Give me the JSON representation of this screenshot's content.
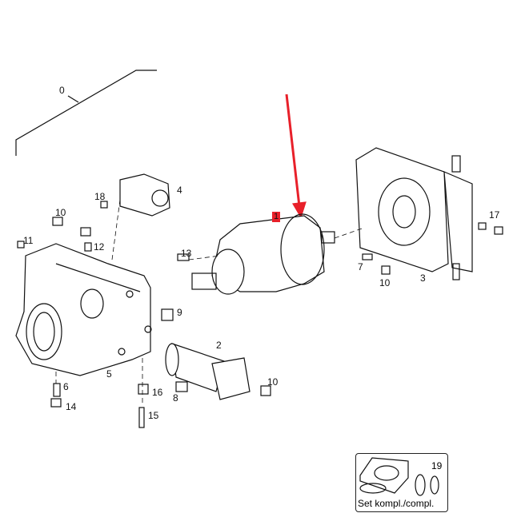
{
  "diagram": {
    "callout_highlight": "1",
    "highlight_color": "#e8202a",
    "labels": {
      "l0": "0",
      "l2": "2",
      "l3": "3",
      "l4": "4",
      "l5": "5",
      "l6": "6",
      "l7": "7",
      "l8": "8",
      "l9": "9",
      "l10a": "10",
      "l10b": "10",
      "l10c": "10",
      "l11": "11",
      "l12": "12",
      "l13": "13",
      "l14": "14",
      "l15": "15",
      "l16": "16",
      "l17": "17",
      "l18": "18"
    },
    "kit": {
      "number": "19",
      "label": "Set kompl./compl."
    }
  }
}
